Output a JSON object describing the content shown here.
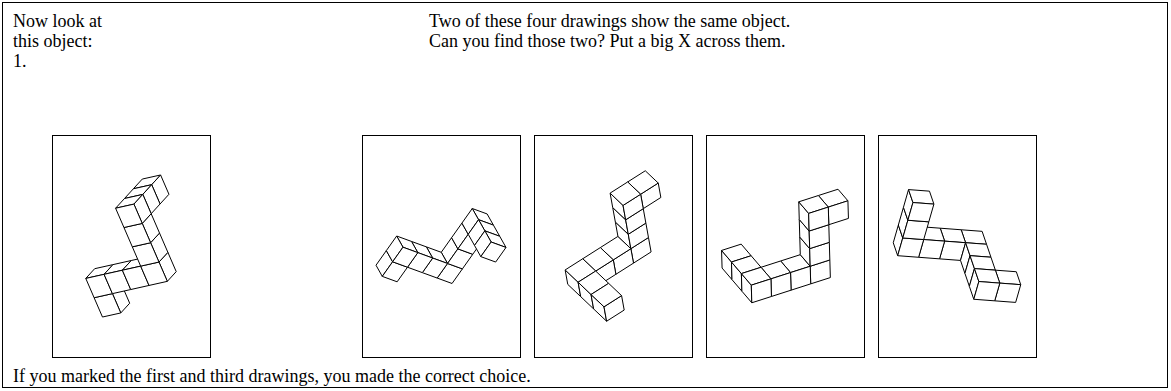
{
  "diagram": {
    "nodes": [
      {
        "text": [
          "Now look at this object:",
          "1.",
          "Two of these four drawings show the same object. Can you find those two? Put a big X across them.",
          "If you marked the first and third drawings, you made the correct choice."
        ]
      }
    ]
  }
}
